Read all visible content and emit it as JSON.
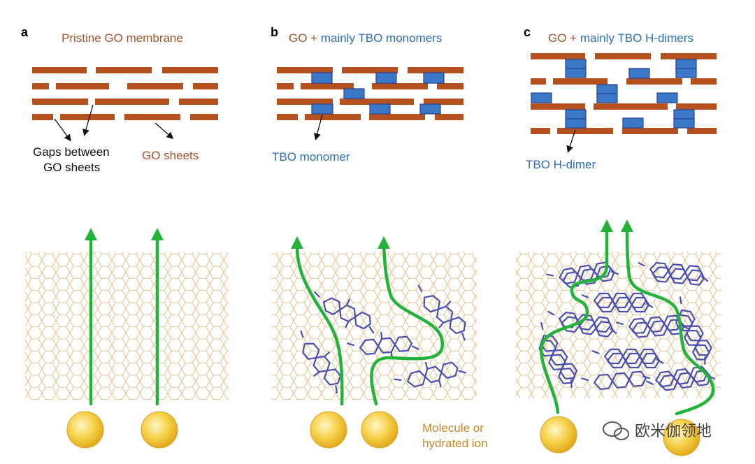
{
  "panels": [
    {
      "letter": "a",
      "title": "Pristine GO membrane",
      "title_parts": [
        {
          "text": "Pristine GO membrane",
          "color": "brown"
        }
      ],
      "labels": [
        "Gaps between",
        "GO sheets",
        "GO sheets"
      ]
    },
    {
      "letter": "b",
      "title_parts": [
        {
          "text": "GO + ",
          "color": "brown"
        },
        {
          "text": "mainly TBO monomers",
          "color": "blue"
        }
      ],
      "labels": [
        "TBO monomer",
        "Molecule or",
        "hydrated ion"
      ]
    },
    {
      "letter": "c",
      "title_parts": [
        {
          "text": "GO + ",
          "color": "brown"
        },
        {
          "text": "mainly TBO H-dimers",
          "color": "blue"
        }
      ],
      "labels": [
        "TBO H-dimer"
      ]
    }
  ],
  "watermark": "欧米伽领地",
  "colors": {
    "go_sheet": "#b5501f",
    "tbo_block": "#3b78c8",
    "tbo_border": "#2a3f8f",
    "flow_arrow": "#23b33a",
    "lattice": "#e2c18c",
    "tbo_molecule": "#4a4fb0",
    "ion": "#f3c93a"
  }
}
